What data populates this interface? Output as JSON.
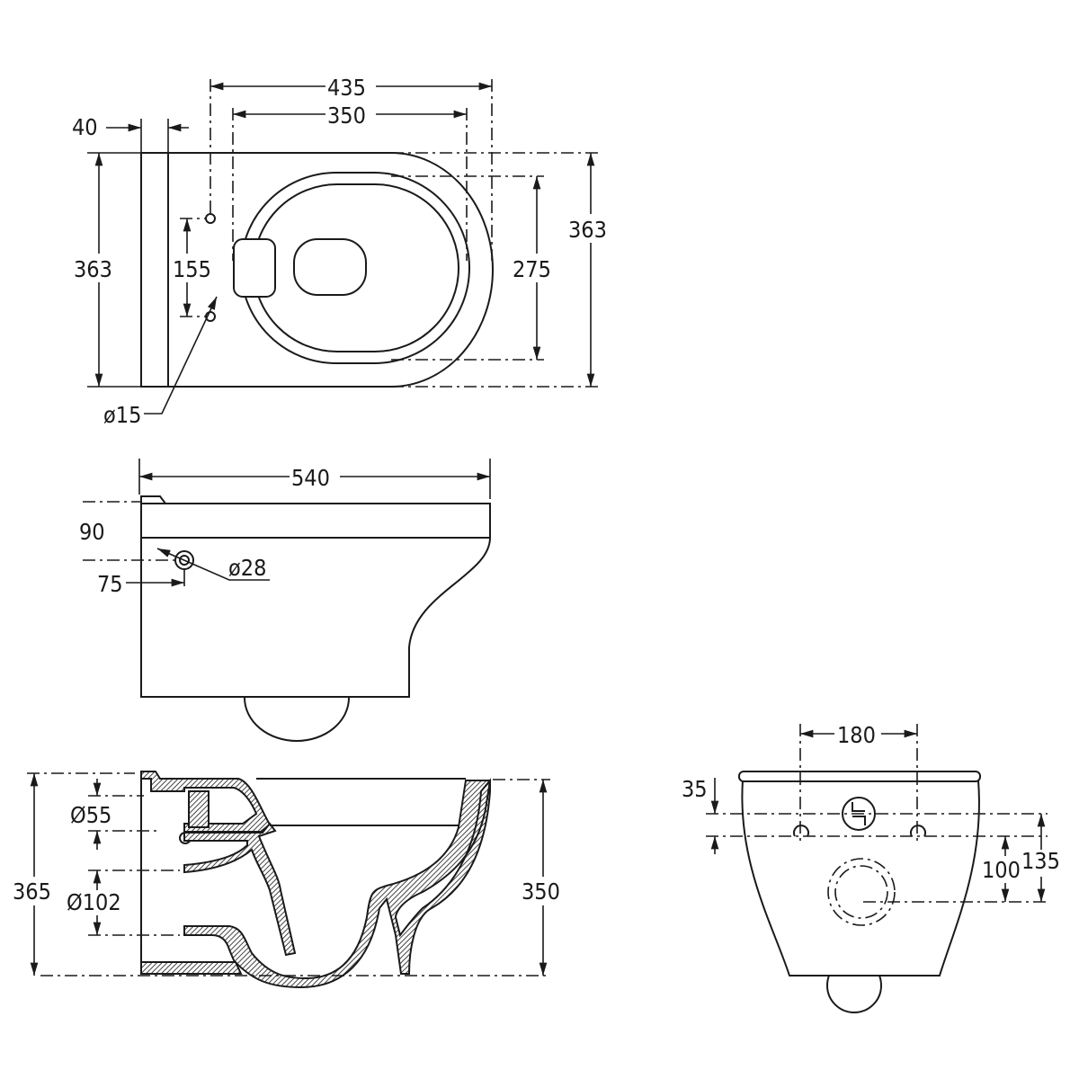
{
  "top_view": {
    "width_435": "435",
    "width_350": "350",
    "flange_40": "40",
    "depth_363_left": "363",
    "holes_155": "155",
    "depth_363_right": "363",
    "seat_275": "275",
    "hole_dia": "ø15"
  },
  "side_view": {
    "length_540": "540",
    "height_90": "90",
    "offset_75": "75",
    "inlet_dia": "ø28"
  },
  "section_view": {
    "inlet_dia_55": "Ø55",
    "outlet_dia_102": "Ø102",
    "height_365": "365",
    "height_350": "350"
  },
  "rear_view": {
    "spacing_180": "180",
    "offset_35": "35",
    "height_100": "100",
    "height_135": "135"
  }
}
